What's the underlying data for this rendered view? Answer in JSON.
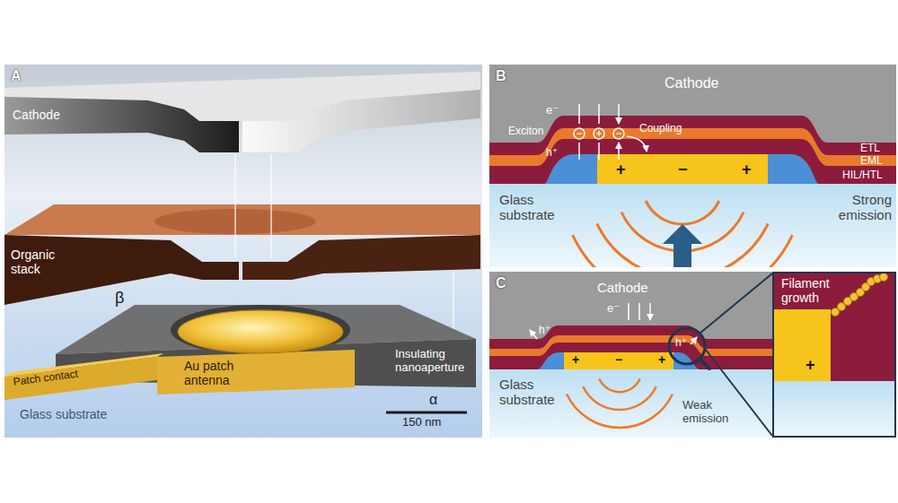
{
  "diagram": {
    "nodes": [
      {
        "text": [
          "A"
        ]
      },
      {
        "text": [
          "B"
        ]
      },
      {
        "text": [
          "C"
        ]
      },
      {
        "text": [
          "Filament growth"
        ],
        "in": 2
      }
    ],
    "labels": [
      "Cathode",
      "Organic stack",
      "β",
      "Au patch antenna",
      "Patch contact",
      "Insulating nanoaperture",
      "α",
      "Glass substrate",
      "150 nm",
      "Cathode",
      "e⁻",
      "Exciton",
      "h⁺",
      "Coupling",
      "ETL",
      "EML",
      "HIL/HTL",
      "+",
      "−",
      "+",
      "Glass substrate",
      "Strong emission",
      "Cathode",
      "e⁻",
      "h⁺",
      "h⁺",
      "+",
      "−",
      "+",
      "Glass substrate",
      "Weak emission",
      "+"
    ]
  }
}
